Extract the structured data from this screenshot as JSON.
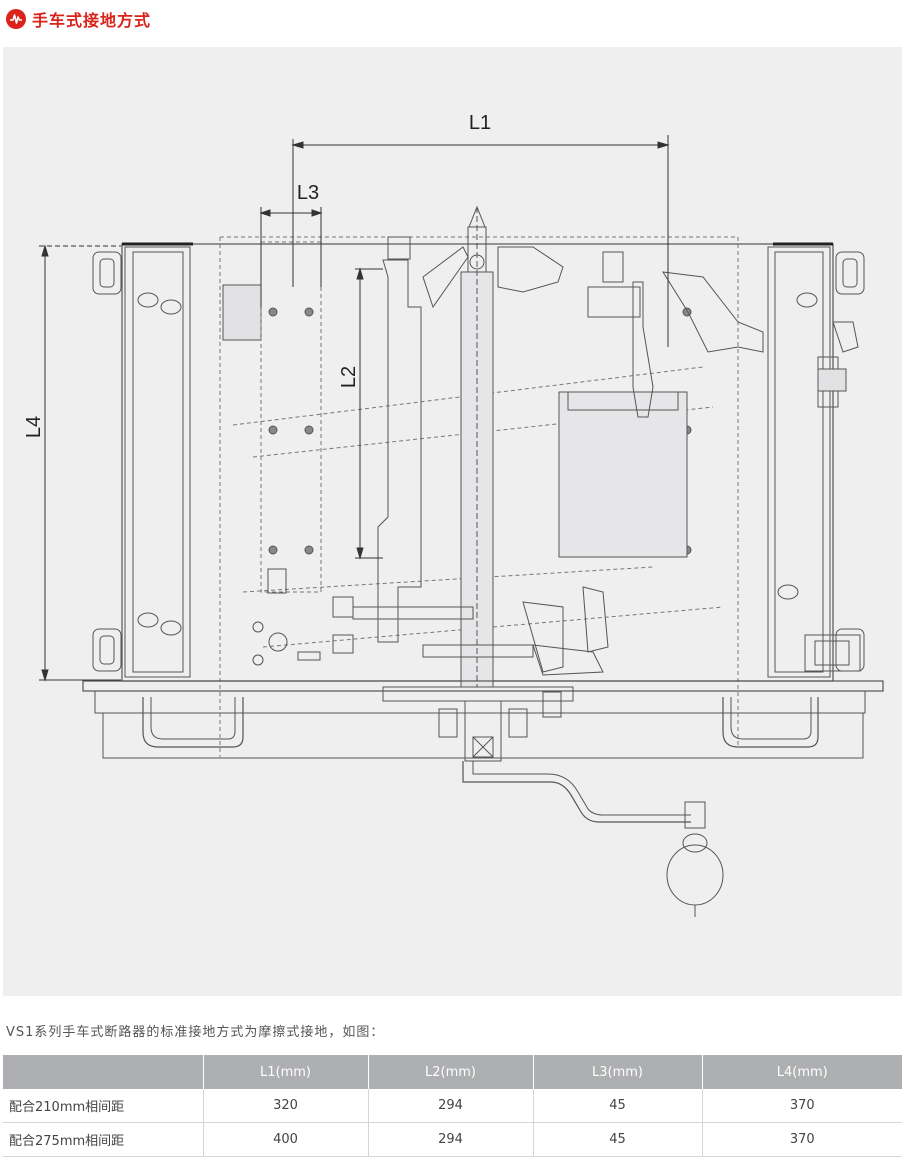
{
  "header": {
    "title": "手车式接地方式",
    "logo_icon": "waveform-icon",
    "accent_color": "#d9231b"
  },
  "drawing": {
    "dim_labels": {
      "l1": "L1",
      "l2": "L2",
      "l3": "L3",
      "l4": "L4"
    },
    "background_color": "#efeff0"
  },
  "caption": "VS1系列手车式断路器的标准接地方式为摩擦式接地，如图：",
  "table": {
    "header_color": "#aeafb1",
    "headers": [
      "",
      "L1(mm)",
      "L2(mm)",
      "L3(mm)",
      "L4(mm)"
    ],
    "rows": [
      {
        "label": "配合210mm相间距",
        "values": [
          "320",
          "294",
          "45",
          "370"
        ]
      },
      {
        "label": "配合275mm相间距",
        "values": [
          "400",
          "294",
          "45",
          "370"
        ]
      }
    ]
  }
}
